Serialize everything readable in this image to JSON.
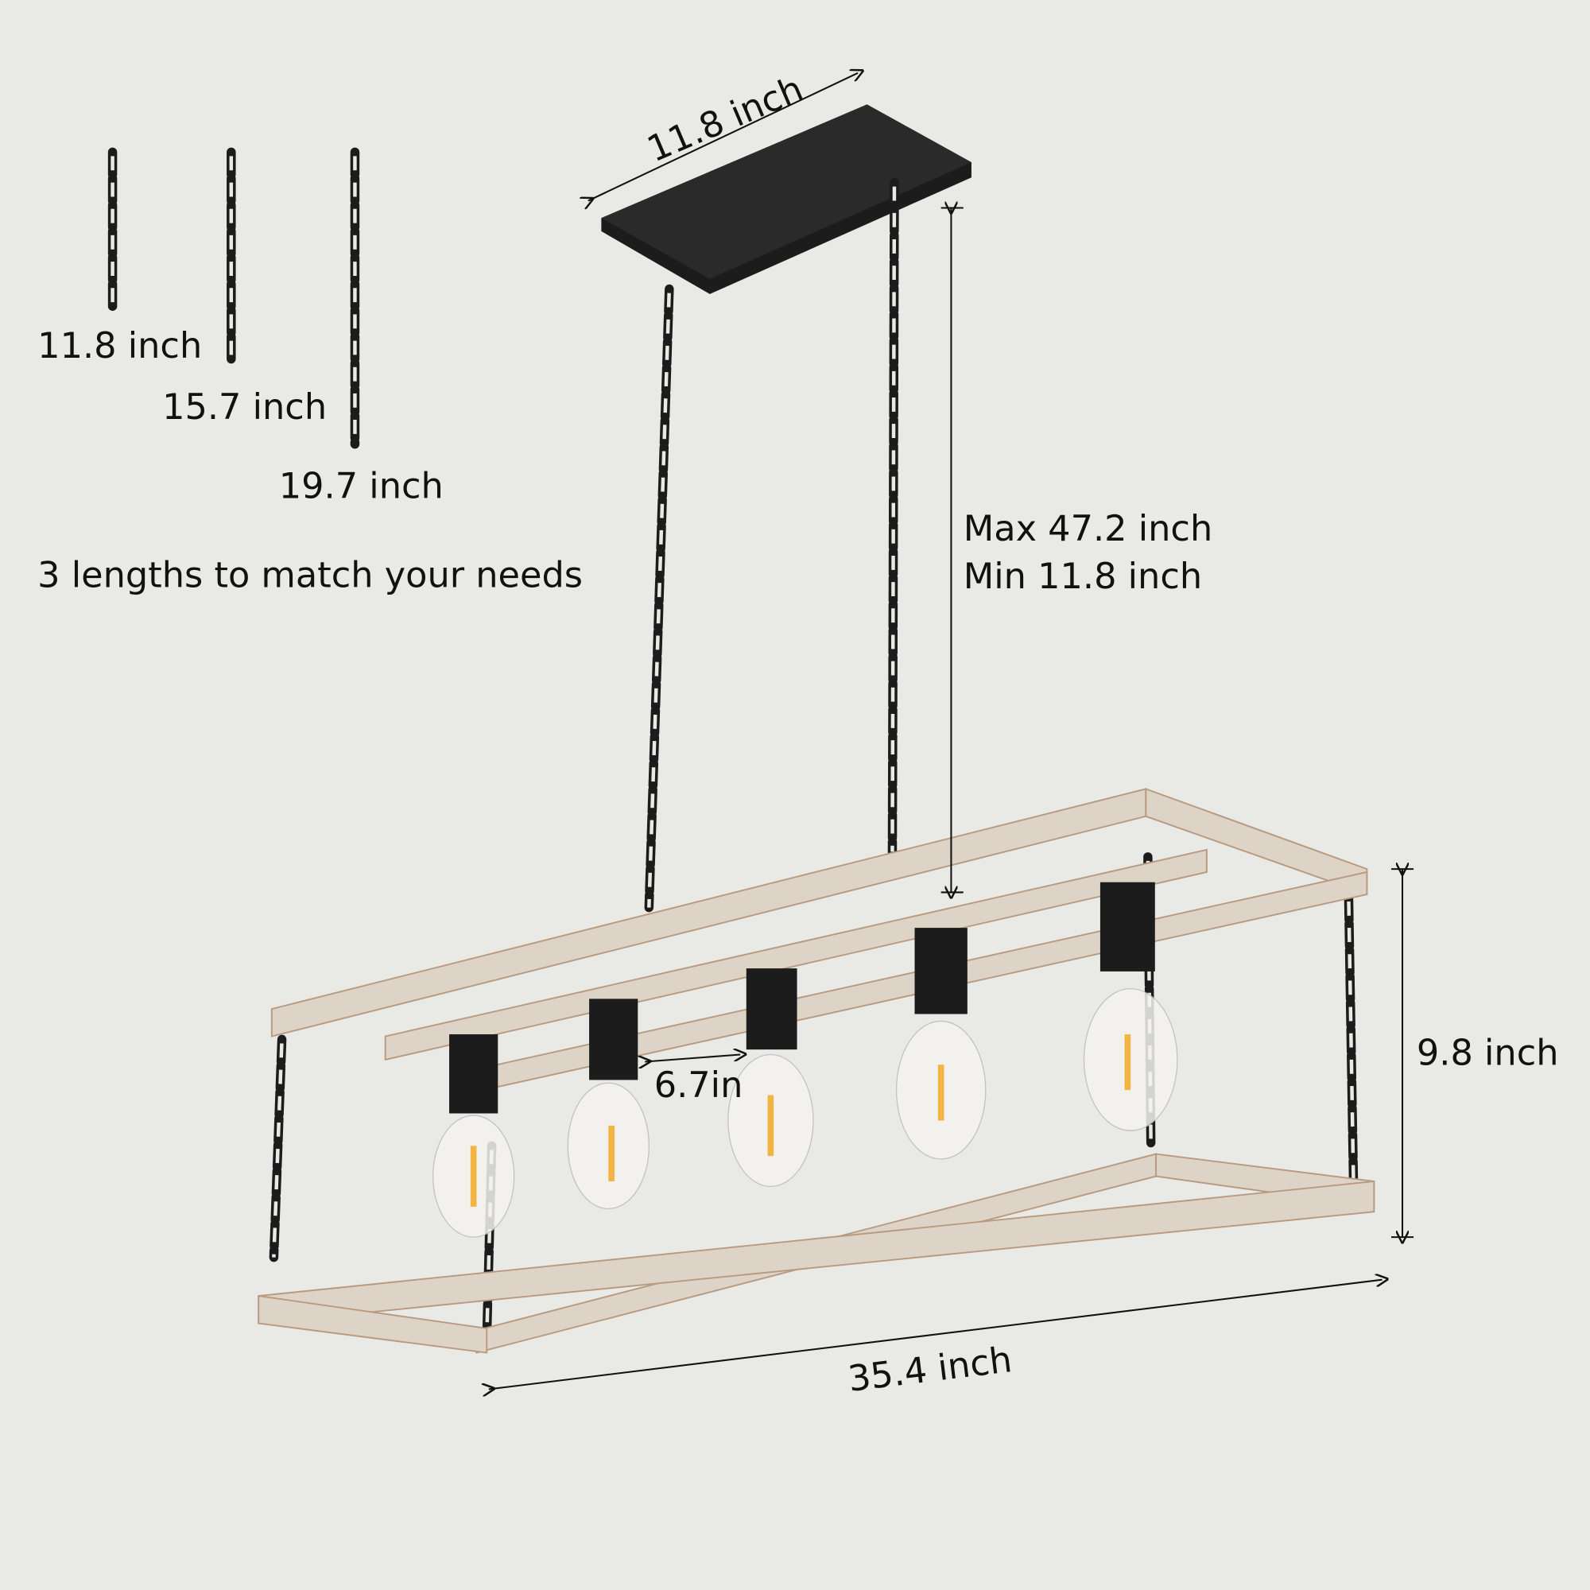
{
  "dimensions": {
    "canopy_width": "11.8 inch",
    "drop_max": "Max 47.2 inch",
    "drop_min": "Min 11.8 inch",
    "frame_height": "9.8 inch",
    "socket_spacing": "6.7in",
    "frame_length": "35.4 inch"
  },
  "chain_options": {
    "lengths": [
      "11.8 inch",
      "15.7 inch",
      "19.7 inch"
    ],
    "caption": "3 lengths to match  your  needs"
  },
  "colors": {
    "background": "#e9eae5",
    "metal": "#1c1c1c",
    "wood": "#ddd3c7",
    "wood_edge": "#b89a80",
    "bulb_glow": "#f2b544"
  }
}
